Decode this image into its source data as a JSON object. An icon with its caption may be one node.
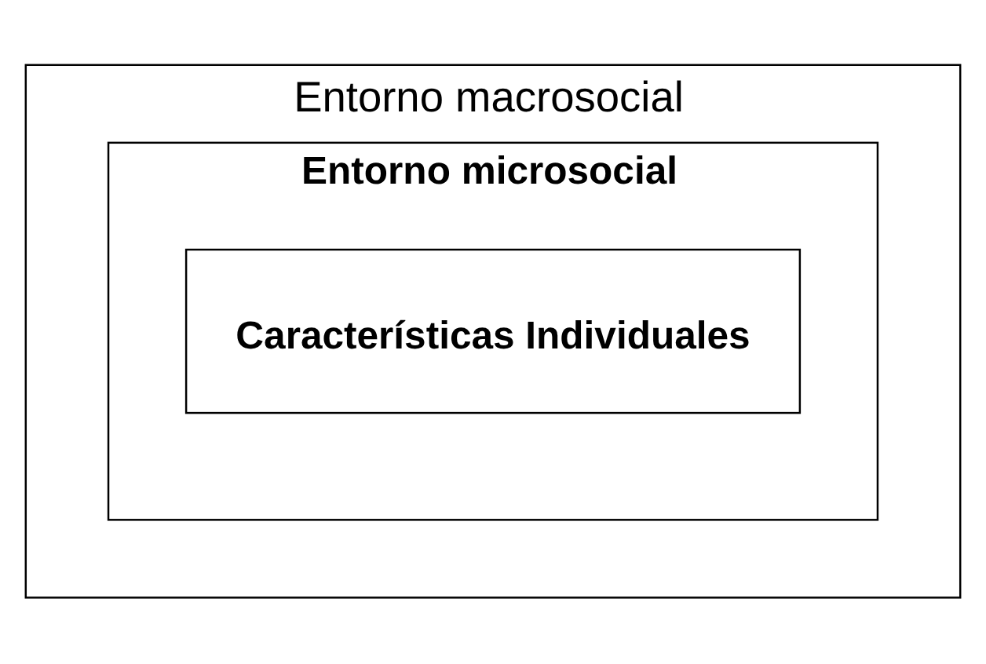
{
  "diagram": {
    "nodes": [
      {
        "text": [
          "Entorno macrosocial"
        ]
      },
      {
        "text": [
          "Entorno microsocial"
        ],
        "in": 0
      },
      {
        "text": [
          "Características Individuales"
        ],
        "in": 1
      }
    ]
  }
}
